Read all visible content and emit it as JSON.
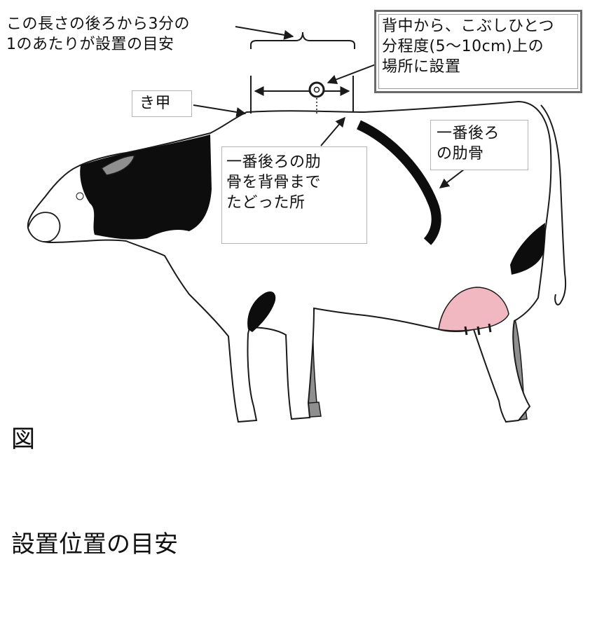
{
  "callouts": {
    "length_guide": "この長さの後ろから3分の\n1のあたりが設置の目安",
    "placement": "背中から、こぶしひとつ\n分程度(5～10cm)上の\n場所に設置",
    "withers": "き甲",
    "spine_trace": "一番後ろの肋\n骨を背骨まで\nたどった所",
    "last_rib": "一番後ろ\nの肋骨"
  },
  "caption": {
    "label": "図",
    "title": "設置位置の目安"
  },
  "colors": {
    "coat_black": "#0d0d0d",
    "udder_pink": "#f2b8c2",
    "leg_gray": "#8f8f8f",
    "outline": "#1a1a1a"
  },
  "icons": {
    "placement_marker": "circle-target-icon"
  }
}
